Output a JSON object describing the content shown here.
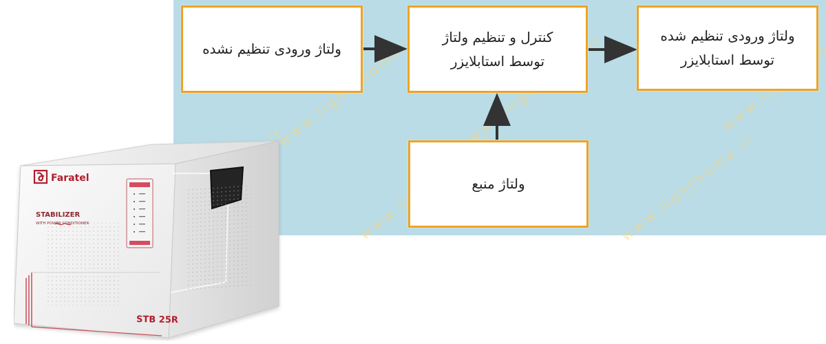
{
  "diagram": {
    "blocks": {
      "unregulated_input": "ولتاژ ورودی تنظیم نشده",
      "stabilizer_control": "کنترل و تنظیم ولتاژ\nتوسط استابلایزر",
      "regulated_input": "ولتاژ ورودی تنظیم شده\nتوسط استابلایزر",
      "source_voltage": "ولتاژ منبع"
    }
  },
  "watermarks": [
    "www.lightshome.ir",
    "www.lighthome.ir",
    "www.lighthome.ir",
    "www.lighthome.ir",
    "www.lighthome.ir",
    "www.lighthome.ir"
  ],
  "product": {
    "brand": "Faratel",
    "stabilizer_label": "STABILIZER",
    "conditioner_label": "WITH\nPOWER CONDITIONER",
    "model": "STB 25R"
  },
  "colors": {
    "background_panel": "#b9dce6",
    "block_border": "#efa321",
    "arrow": "#333333",
    "product_accent": "#b01e2e"
  }
}
